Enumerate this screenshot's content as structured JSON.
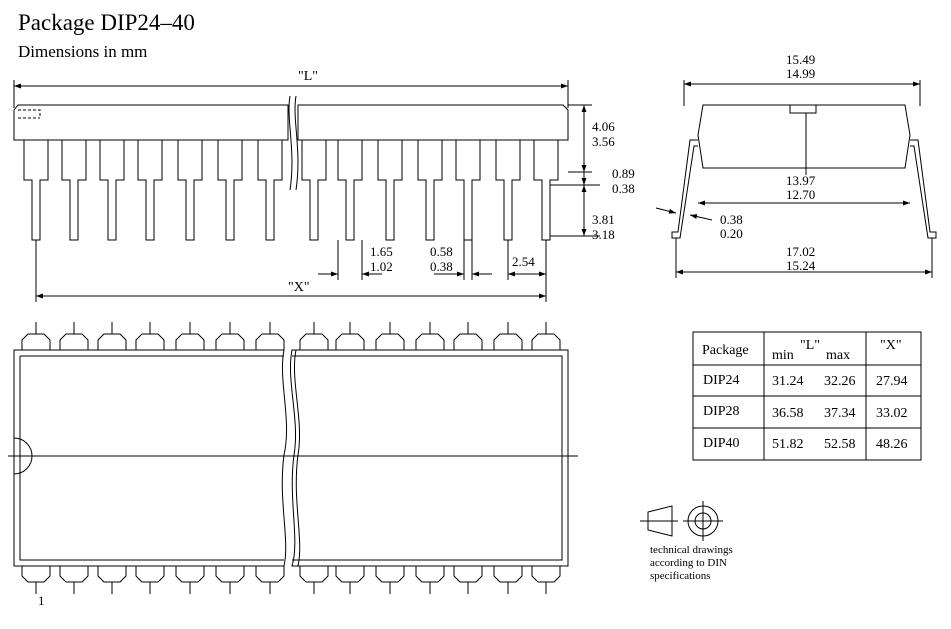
{
  "title": "Package DIP24–40",
  "subtitle": "Dimensions in mm",
  "front_view": {
    "length_label": "\"L\"",
    "span_label": "\"X\"",
    "body_height_max": "4.06",
    "body_height_min": "3.56",
    "standoff_max": "0.89",
    "standoff_min": "0.38",
    "lead_length_max": "3.81",
    "lead_length_min": "3.18",
    "lead_width_wide_max": "1.65",
    "lead_width_wide_min": "1.02",
    "lead_width_narrow_max": "0.58",
    "lead_width_narrow_min": "0.38",
    "pitch": "2.54"
  },
  "side_view": {
    "outer_width_max": "15.49",
    "outer_width_min": "14.99",
    "body_width_max": "13.97",
    "body_width_min": "12.70",
    "lead_thickness_max": "0.38",
    "lead_thickness_min": "0.20",
    "lead_spread_max": "17.02",
    "lead_spread_min": "15.24"
  },
  "table": {
    "header_package": "Package",
    "header_l": "\"L\"",
    "header_min": "min",
    "header_max": "max",
    "header_x": "\"X\"",
    "rows": [
      {
        "package": "DIP24",
        "l_min": "31.24",
        "l_max": "32.26",
        "x": "27.94"
      },
      {
        "package": "DIP28",
        "l_min": "36.58",
        "l_max": "37.34",
        "x": "33.02"
      },
      {
        "package": "DIP40",
        "l_min": "51.82",
        "l_max": "52.58",
        "x": "48.26"
      }
    ]
  },
  "pin1_label": "1",
  "din_note": [
    "technical drawings",
    "according to DIN",
    "specifications"
  ]
}
